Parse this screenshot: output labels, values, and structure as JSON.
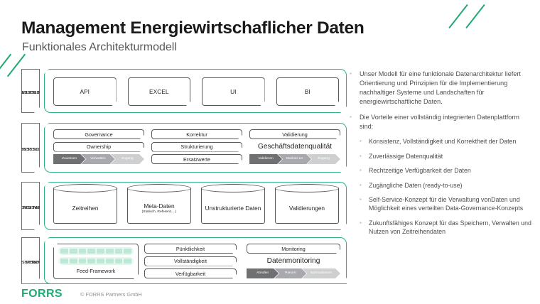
{
  "header": {
    "title": "Management Energiewirtschaflicher Daten",
    "subtitle": "Funktionales Architekturmodell"
  },
  "colors": {
    "accent_green": "#2bb583",
    "logo_green": "#1faa72",
    "box_border": "#58595b",
    "chevron_dark": "#6f7072",
    "chevron_mid": "#a7a9ac",
    "chevron_light": "#cdcfd1",
    "grid_cell": "#bfe7d5",
    "grid_band": "#eaf7f1",
    "body_text": "#4b4d4f"
  },
  "diagram": {
    "layers": [
      {
        "tab_line1": "BEREITSTELLEN",
        "tab_line2": "& VERTEILEN",
        "channels": [
          "API",
          "EXCEL",
          "UI",
          "BI"
        ]
      },
      {
        "tab_line1": "PFLEGEN &",
        "tab_line2": "VALIDIEREN",
        "col1": {
          "boxes": [
            "Governance",
            "Ownership"
          ],
          "chevrons": [
            "Zuweisen",
            "Verwalten",
            "Zugang"
          ]
        },
        "col2": {
          "boxes": [
            "Korrektur",
            "Strukturierung",
            "Ersatzwerte"
          ]
        },
        "col3": {
          "boxes": [
            "Validierung"
          ],
          "plain_label": "Geschäftsdatenqualität",
          "chevrons": [
            "Validieren",
            "Markier-en",
            "Zugang"
          ]
        }
      },
      {
        "tab_line1": "SPEICHERN &",
        "tab_line2": "VERWALTEN",
        "cylinders": [
          {
            "label": "Zeitreihen",
            "sub": ""
          },
          {
            "label": "Meta-Daten",
            "sub": "(Statisch, Referenz,...)"
          },
          {
            "label": "Unstrukturierte Daten",
            "sub": ""
          },
          {
            "label": "Validierungen",
            "sub": ""
          }
        ]
      },
      {
        "tab_line1": "ERFASSEN &",
        "tab_line2": "SAMMELN",
        "feed": {
          "caption": "Feed-Framework",
          "rows": 2,
          "cells_per_row": 8
        },
        "col2": {
          "boxes": [
            "Pünktlichkeit",
            "Vollständigkeit",
            "Verfügbarkeit"
          ]
        },
        "col3": {
          "boxes": [
            "Monitoring"
          ],
          "plain_label": "Datenmonitoring",
          "chevrons": [
            "Abrufen",
            "Parsen",
            "Normalisieren"
          ]
        }
      }
    ]
  },
  "bullets": [
    {
      "text": "Unser Modell für eine funktionale Datenarchitektur liefert Orientierung und Prinzipien für die Implementierung nachhaltiger Systeme und Landschaften für energiewirtschaftliche Daten.",
      "children": []
    },
    {
      "text": "Die Vorteile einer vollständig integrierten Datenplattform sind:",
      "children": [
        "Konsistenz, Vollständigkeit und Korrektheit der Daten",
        "Zuverlässige Datenqualität",
        "Rechtzeitige Verfügbarkeit der Daten",
        "Zugängliche Daten (ready-to-use)",
        "Self-Service-Konzept für die Verwaltung vonDaten und Möglichkeit eines verteilten Data-Governance-Konzepts",
        "Zukunftsfähiges Konzept für das Speichern, Verwalten und Nutzen von Zeitreihendaten"
      ]
    }
  ],
  "footer": {
    "logo": "FORRS",
    "copyright": "© FORRS Partners GmbH"
  },
  "bullet_marker": "▪"
}
